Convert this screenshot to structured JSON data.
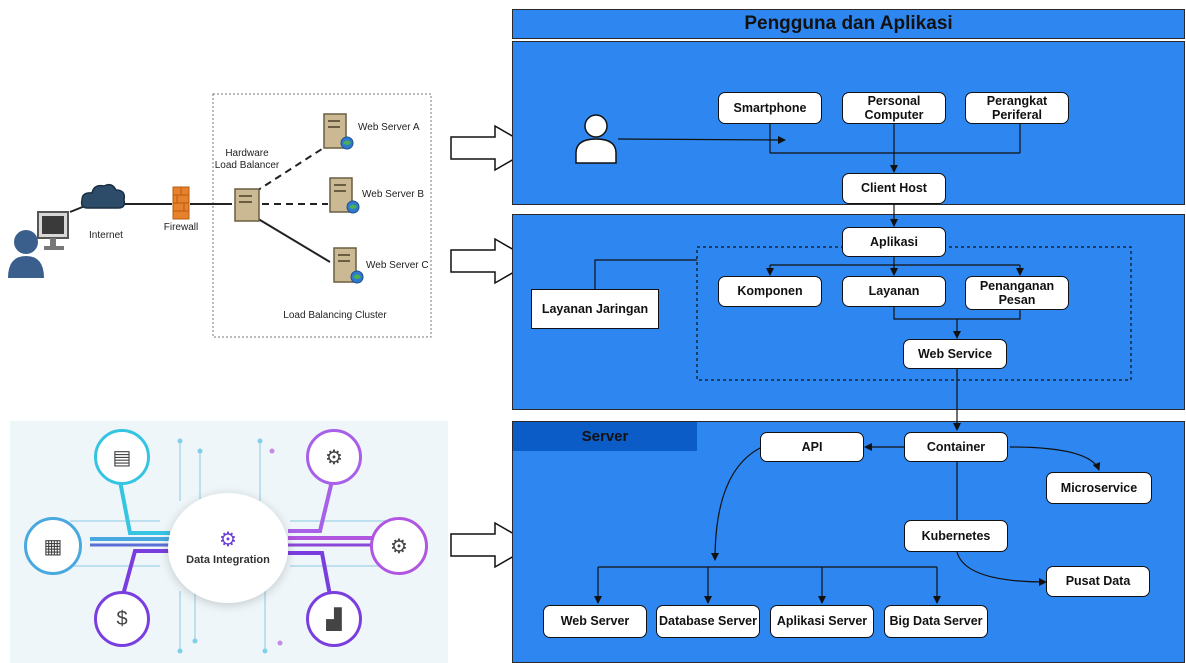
{
  "main_title": "Pengguna dan Aplikasi",
  "server_label": "Server",
  "top_panel": {
    "devices": [
      "Smartphone",
      "Personal Computer",
      "Perangkat Periferal"
    ],
    "client_host": "Client Host"
  },
  "middle_panel": {
    "aplikasi": "Aplikasi",
    "layanan_jaringan": "Layanan Jaringan",
    "components": [
      "Komponen",
      "Layanan",
      "Penanganan Pesan"
    ],
    "web_service": "Web Service"
  },
  "server_panel": {
    "api": "API",
    "container": "Container",
    "microservice": "Microservice",
    "kubernetes": "Kubernetes",
    "pusat_data": "Pusat Data",
    "servers": [
      "Web Server",
      "Database Server",
      "Aplikasi Server",
      "Big Data Server"
    ]
  },
  "network_figure": {
    "internet": "Internet",
    "firewall": "Firewall",
    "load_balancer": "Hardware Load Balancer",
    "web_servers": [
      "Web Server A",
      "Web Server B",
      "Web Server C"
    ],
    "cluster": "Load Balancing Cluster"
  },
  "integration_figure": {
    "center": "Data Integration"
  },
  "colors": {
    "panel_blue": "#2e86f0",
    "server_bar_blue": "#0b5cc6"
  }
}
